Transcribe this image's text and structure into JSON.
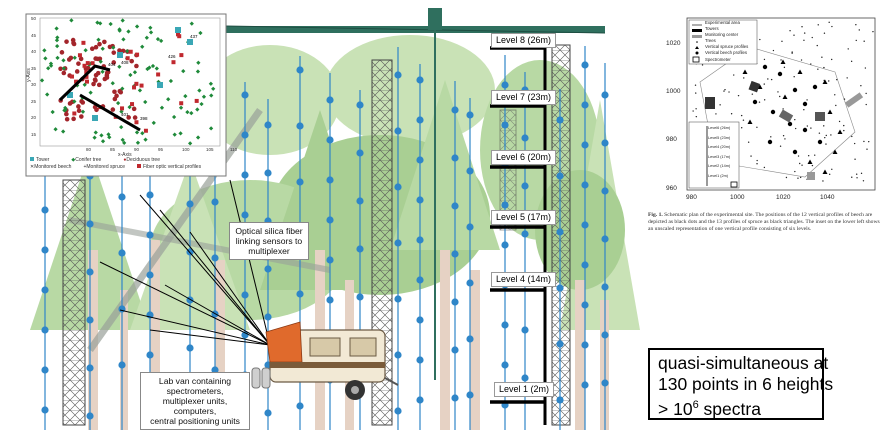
{
  "levels": [
    "Level 8 (26m)",
    "Level 7 (23m)",
    "Level 6 (20m)",
    "Level 5 (17m)",
    "Level 4 (14m)",
    "Level 1 (2m)"
  ],
  "callout_fiber": [
    "Optical silica fiber",
    "linking sensors to",
    "multiplexer"
  ],
  "callout_van": [
    "Lab van containing",
    "spectrometers,",
    "multiplexer units,",
    "computers,",
    "central positioning units"
  ],
  "inset": {
    "ylabel": "y-Axis",
    "xlabel": "x-Axis",
    "yticks": [
      "50",
      "45",
      "40",
      "35",
      "30",
      "25",
      "20",
      "15"
    ],
    "xticks": [
      "80",
      "85",
      "90",
      "95",
      "100",
      "105",
      "110"
    ],
    "labels": [
      "437",
      "426",
      "408",
      "404",
      "401",
      "398"
    ],
    "legend": [
      "Tower",
      "Conifer tree",
      "Deciduous tree",
      "Monitored beech",
      "Monitored spruce",
      "Fiber optic vertical profiles"
    ]
  },
  "plan": {
    "yticks": [
      "1020",
      "1000",
      "980",
      "960"
    ],
    "xticks": [
      "980",
      "1000",
      "1020",
      "1040"
    ],
    "legend": [
      "Experimental area",
      "Towers",
      "Monitoring center",
      "Trees",
      "Vertical spruce profiles",
      "Vertical beech profiles",
      "Spectrometer"
    ],
    "inset_levels": [
      "Level6 (26m)",
      "Level5 (23m)",
      "Level4 (20m)",
      "Level3 (17m)",
      "Level2 (14m)",
      "Level1 (2m)"
    ]
  },
  "caption": {
    "label": "Fig. 1.",
    "text": " Schematic plan of the experimental site. The positions of the 12 vertical profiles of beech are depicted as black dots and the 13 profiles of spruce as black triangles. The inset on the lower left shows an unscaled representation of one vertical profile consisting of six levels."
  },
  "summary": {
    "line1": "quasi-simultaneous at",
    "line2": "130 points in 6 heights",
    "line3_prefix": "> 10",
    "line3_sup": "6",
    "line3_suffix": " spectra"
  },
  "colors": {
    "tree_green": "#a9cf93",
    "tree_light": "#c9e2b6",
    "trunk": "#e6d2c4",
    "sensor_blue": "#2f86c8",
    "crane_green": "#2f6f5e",
    "van_orange": "#e06a2c"
  }
}
